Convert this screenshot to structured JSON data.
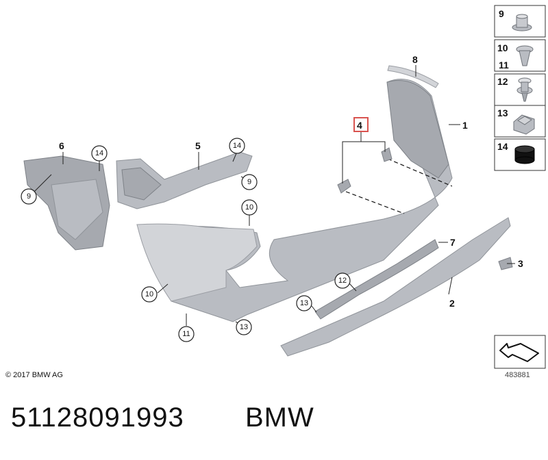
{
  "callouts": {
    "c1": "1",
    "c2": "2",
    "c3": "3",
    "c4": "4",
    "c5": "5",
    "c6": "6",
    "c7": "7",
    "c8": "8",
    "c9a": "9",
    "c9b": "9",
    "c10a": "10",
    "c10b": "10",
    "c11": "11",
    "c12": "12",
    "c13a": "13",
    "c13b": "13",
    "c14a": "14",
    "c14b": "14"
  },
  "legend": {
    "items": [
      "9",
      "10",
      "11",
      "12",
      "13",
      "14"
    ]
  },
  "colors": {
    "highlight": "#d9534f",
    "part": "#b9bcc2"
  },
  "footer": {
    "copyright": "© 2017 BMW AG",
    "diagram_ref": "483881",
    "part_number": "51128091993",
    "brand": "BMW"
  }
}
